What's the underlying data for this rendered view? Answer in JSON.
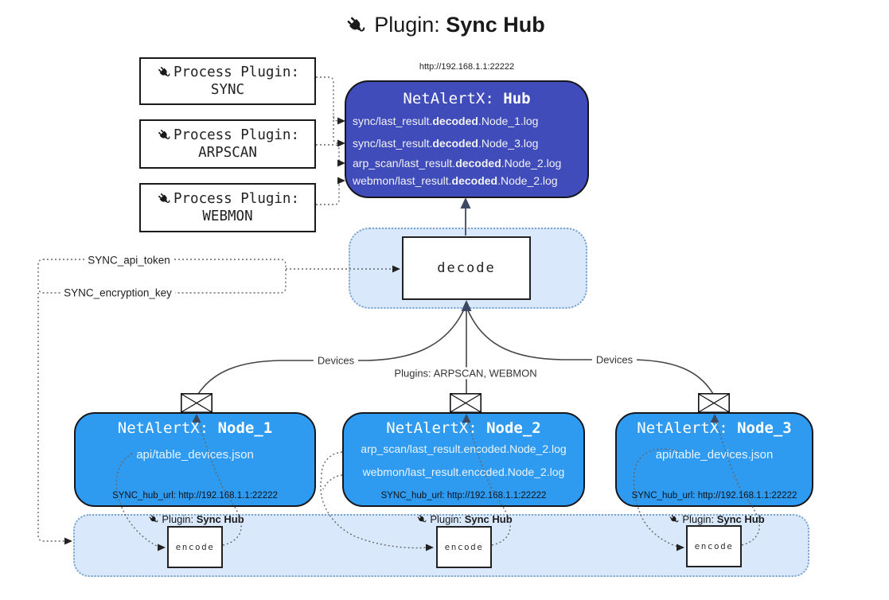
{
  "title": {
    "icon": "plug-icon",
    "prefix": "Plugin: ",
    "bold": "Sync Hub"
  },
  "process_plugins": [
    {
      "label": "Process Plugin:",
      "name": "SYNC"
    },
    {
      "label": "Process Plugin:",
      "name": "ARPSCAN"
    },
    {
      "label": "Process Plugin:",
      "name": "WEBMON"
    }
  ],
  "hub": {
    "url": "http://192.168.1.1:22222",
    "title_prefix": "NetAlertX: ",
    "title_bold": "Hub",
    "lines": [
      {
        "pre": "sync/last_result.",
        "bold": "decoded",
        "post": ".Node_1.log"
      },
      {
        "pre": "sync/last_result.",
        "bold": "decoded",
        "post": ".Node_3.log"
      },
      {
        "pre": "arp_scan/last_result.",
        "bold": "decoded",
        "post": ".Node_2.log"
      },
      {
        "pre": "webmon/last_result.",
        "bold": "decoded",
        "post": ".Node_2.log"
      }
    ]
  },
  "decode": {
    "label": "decode"
  },
  "secrets": {
    "api_token": "SYNC_api_token",
    "encryption_key": "SYNC_encryption_key"
  },
  "edge_labels": {
    "devices_left": "Devices",
    "devices_right": "Devices",
    "plugins_mid": "Plugins: ARPSCAN, WEBMON"
  },
  "nodes": [
    {
      "title_prefix": "NetAlertX: ",
      "title_bold": "Node_1",
      "lines": [
        "api/table_devices.json"
      ],
      "hub_url": "SYNC_hub_url: http://192.168.1.1:22222"
    },
    {
      "title_prefix": "NetAlertX: ",
      "title_bold": "Node_2",
      "lines": [
        "arp_scan/last_result.encoded.Node_2.log",
        "webmon/last_result.encoded.Node_2.log"
      ],
      "hub_url": "SYNC_hub_url: http://192.168.1.1:22222"
    },
    {
      "title_prefix": "NetAlertX: ",
      "title_bold": "Node_3",
      "lines": [
        "api/table_devices.json"
      ],
      "hub_url": "SYNC_hub_url: http://192.168.1.1:22222"
    }
  ],
  "encoders": [
    {
      "plugin_prefix": "Plugin: ",
      "plugin_bold": "Sync Hub",
      "label": "encode"
    },
    {
      "plugin_prefix": "Plugin: ",
      "plugin_bold": "Sync Hub",
      "label": "encode"
    },
    {
      "plugin_prefix": "Plugin: ",
      "plugin_bold": "Sync Hub",
      "label": "encode"
    }
  ],
  "colors": {
    "hub_fill": "#3f4cba",
    "node_fill": "#2e9af0",
    "container_fill": "#d9e9fb",
    "container_border": "#7aa3cf",
    "arrow_dark": "#3c4962",
    "solid_line": "#444",
    "dotted_line": "#666"
  }
}
